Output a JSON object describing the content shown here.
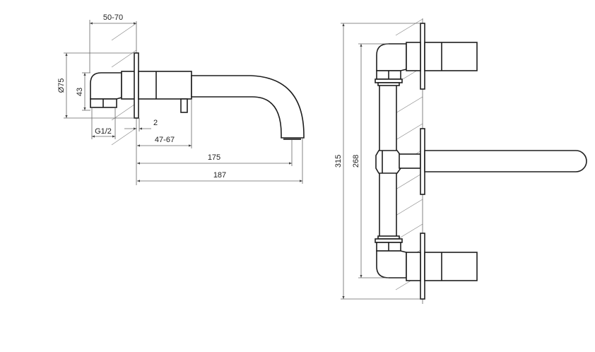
{
  "side_view": {
    "dims": {
      "wall_depth": "50-70",
      "plate_diameter": "Ø75",
      "body_height": "43",
      "thread": "G1/2",
      "plate_thickness": "2",
      "body_length": "47-67",
      "spout_reach": "175",
      "overall_length": "187"
    }
  },
  "front_view": {
    "dims": {
      "overall_height": "315",
      "handle_spacing": "268"
    }
  }
}
